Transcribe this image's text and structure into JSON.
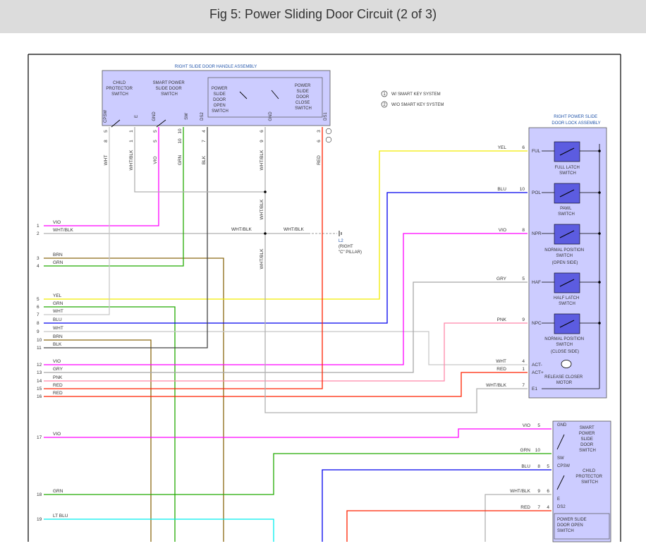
{
  "title": "Fig 5: Power Sliding Door Circuit (2 of 3)",
  "handle_assembly": {
    "title": "RIGHT SLIDE DOOR HANDLE ASSEMBLY",
    "child_protector": [
      "CHILD",
      "PROTECTOR",
      "SWITCH"
    ],
    "smart_power": [
      "SMART POWER",
      "SLIDE DOOR",
      "SWITCH"
    ],
    "open_switch": [
      "POWER",
      "SLIDE",
      "DOOR",
      "OPEN",
      "SWITCH"
    ],
    "close_switch": [
      "POWER",
      "SLIDE",
      "DOOR",
      "CLOSE",
      "SWITCH"
    ],
    "pins": [
      "CPSW",
      "E",
      "GND",
      "SW",
      "DS2",
      "GND",
      "DS1"
    ]
  },
  "notes": {
    "n1_symbol": "1",
    "n1": "W/ SMART KEY SYSTEM",
    "n2_symbol": "2",
    "n2": "W/O SMART KEY SYSTEM"
  },
  "ground": {
    "id": "L2",
    "loc1": "(RIGHT",
    "loc2": "\"C\" PILLAR)"
  },
  "wire_white_blk": "WHT/BLK",
  "lock_assembly": {
    "title": [
      "RIGHT POWER SLIDE",
      "DOOR LOCK ASSEMBLY"
    ],
    "full_latch": [
      "FULL LATCH",
      "SWITCH"
    ],
    "pawl": [
      "PAWL",
      "SWITCH"
    ],
    "normal_open": [
      "NORMAL POSITION",
      "SWITCH",
      "(OPEN SIDE)"
    ],
    "half_latch": [
      "HALF LATCH",
      "SWITCH"
    ],
    "normal_close": [
      "NORMAL POSITION",
      "SWITCH",
      "(CLOSE SIDE)"
    ],
    "motor": [
      "RELEASE CLOSER",
      "MOTOR"
    ],
    "motor_symbol": "M"
  },
  "door_switch": {
    "smart": [
      "SMART",
      "POWER",
      "SLIDE",
      "DOOR",
      "SWITCH"
    ],
    "child": [
      "CHILD",
      "PROTECTOR",
      "SWITCH"
    ],
    "open": [
      "POWER SLIDE",
      "DOOR OPEN",
      "SWITCH"
    ]
  },
  "left_wires": [
    {
      "n": "1",
      "c": "VIO"
    },
    {
      "n": "2",
      "c": "WHT/BLK"
    },
    {
      "n": "3",
      "c": "BRN"
    },
    {
      "n": "4",
      "c": "GRN"
    },
    {
      "n": "5",
      "c": "YEL"
    },
    {
      "n": "6",
      "c": "GRN"
    },
    {
      "n": "7",
      "c": "WHT"
    },
    {
      "n": "8",
      "c": "BLU"
    },
    {
      "n": "9",
      "c": "WHT"
    },
    {
      "n": "10",
      "c": "BRN"
    },
    {
      "n": "11",
      "c": "BLK"
    },
    {
      "n": "12",
      "c": "VIO"
    },
    {
      "n": "13",
      "c": "GRY"
    },
    {
      "n": "14",
      "c": "PNK"
    },
    {
      "n": "15",
      "c": "RED"
    },
    {
      "n": "16",
      "c": "RED"
    },
    {
      "n": "17",
      "c": "VIO"
    },
    {
      "n": "18",
      "c": "GRN"
    },
    {
      "n": "19",
      "c": "LT BLU"
    }
  ],
  "top_drops": [
    {
      "c": "WHT",
      "p1": "8",
      "p2": "5"
    },
    {
      "c": "WHT/BLK",
      "p1": "1",
      "p2": "1"
    },
    {
      "c": "VIO",
      "p1": "5",
      "p2": "5"
    },
    {
      "c": "GRN",
      "p1": "10",
      "p2": "10"
    },
    {
      "c": "BLK",
      "p1": "7",
      "p2": "4"
    },
    {
      "c": "WHT/BLK",
      "p1": "9",
      "p2": "6"
    },
    {
      "c": "RED",
      "p1": "6",
      "p2": "3"
    }
  ],
  "lock_pins": [
    {
      "c": "YEL",
      "pin": "6",
      "term": "FUL"
    },
    {
      "c": "BLU",
      "pin": "10",
      "term": "POL"
    },
    {
      "c": "VIO",
      "pin": "8",
      "term": "NPR"
    },
    {
      "c": "GRY",
      "pin": "5",
      "term": "HAF"
    },
    {
      "c": "PNK",
      "pin": "9",
      "term": "NPC"
    },
    {
      "c": "WHT",
      "pin": "4",
      "term": "ACT-"
    },
    {
      "c": "RED",
      "pin": "1",
      "term": "ACT+"
    },
    {
      "c": "WHT/BLK",
      "pin": "7",
      "term": "E1"
    }
  ],
  "sw_pins": [
    {
      "c": "VIO",
      "p1": "5",
      "p2": "",
      "term": "GND"
    },
    {
      "c": "GRN",
      "p1": "10",
      "p2": "",
      "term": "SW"
    },
    {
      "c": "BLU",
      "p1": "8",
      "p2": "5",
      "term": "CPSW"
    },
    {
      "c": "WHT/BLK",
      "p1": "9",
      "p2": "6",
      "term": "E"
    },
    {
      "c": "RED",
      "p1": "7",
      "p2": "4",
      "term": "DS2"
    }
  ]
}
